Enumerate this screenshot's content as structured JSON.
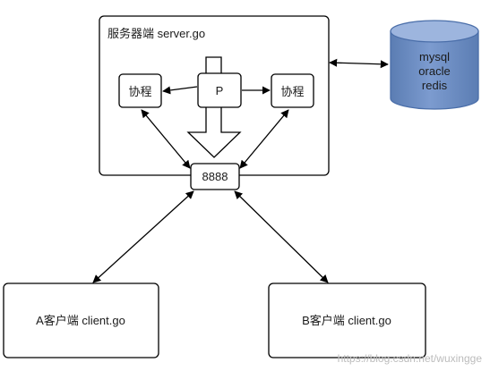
{
  "server": {
    "title": "服务器端 server.go"
  },
  "nodes": {
    "coroutine_left": "协程",
    "process": "P",
    "coroutine_right": "协程",
    "port": "8888"
  },
  "database": {
    "lines": [
      "mysql",
      "oracle",
      "redis"
    ]
  },
  "clients": {
    "a": "A客户端 client.go",
    "b": "B客户端 client.go"
  },
  "watermark": "https://blog.csdn.net/wuxingge",
  "colors": {
    "stroke": "#000000",
    "db_body": "#6F90C3",
    "db_top": "#8FAADC",
    "db_stroke": "#4A6EA9"
  }
}
